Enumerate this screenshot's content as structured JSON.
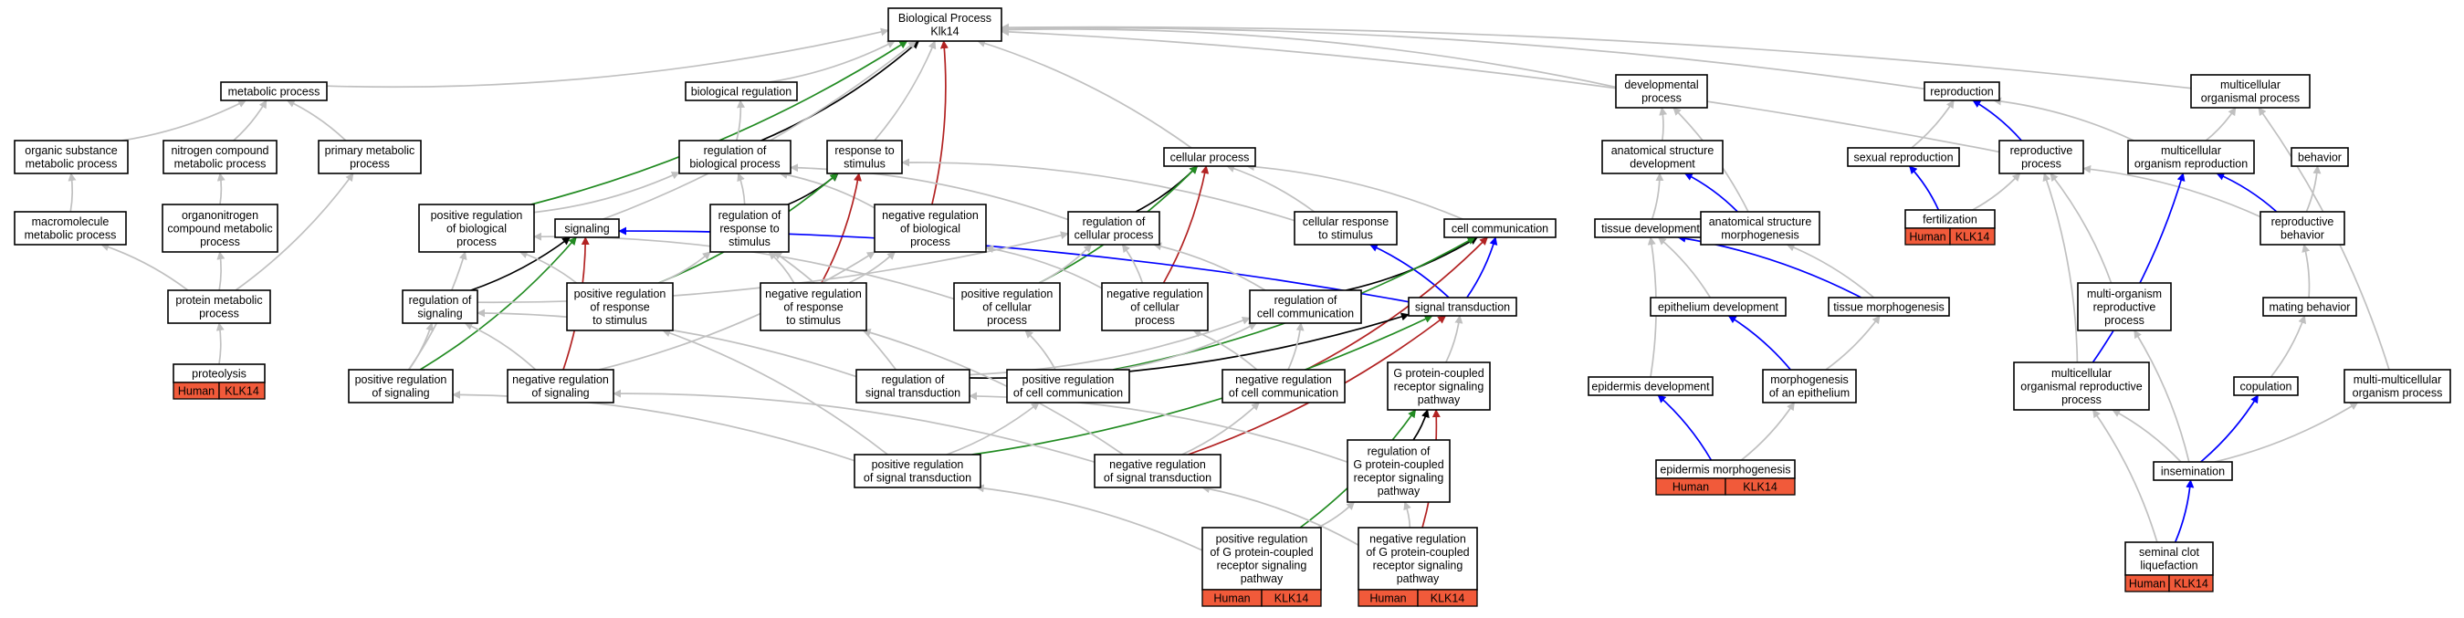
{
  "colors": {
    "is_a": "#c0c0c0",
    "regulates": "#000000",
    "positive": "#228b22",
    "negative": "#b22222",
    "part_of": "#0000ff",
    "annotation": "#f15a3a"
  },
  "gene": {
    "species": "Human",
    "symbol": "KLK14"
  },
  "nodes": [
    {
      "id": "bp",
      "lines": [
        "Biological Process",
        "Klk14"
      ]
    },
    {
      "id": "metabolic",
      "lines": [
        "metabolic process"
      ]
    },
    {
      "id": "bioreg",
      "lines": [
        "biological regulation"
      ]
    },
    {
      "id": "developmental",
      "lines": [
        "developmental",
        "process"
      ]
    },
    {
      "id": "reproduction",
      "lines": [
        "reproduction"
      ]
    },
    {
      "id": "multiorg",
      "lines": [
        "multicellular",
        "organismal process"
      ]
    },
    {
      "id": "orgsubst",
      "lines": [
        "organic substance",
        "metabolic process"
      ]
    },
    {
      "id": "nitrogen",
      "lines": [
        "nitrogen compound",
        "metabolic process"
      ]
    },
    {
      "id": "primary",
      "lines": [
        "primary metabolic",
        "process"
      ]
    },
    {
      "id": "regbio",
      "lines": [
        "regulation of",
        "biological process"
      ]
    },
    {
      "id": "response",
      "lines": [
        "response to",
        "stimulus"
      ]
    },
    {
      "id": "cellular",
      "lines": [
        "cellular process"
      ]
    },
    {
      "id": "asdev",
      "lines": [
        "anatomical structure",
        "development"
      ]
    },
    {
      "id": "sexrep",
      "lines": [
        "sexual reproduction"
      ]
    },
    {
      "id": "reproproc",
      "lines": [
        "reproductive",
        "process"
      ]
    },
    {
      "id": "multirep",
      "lines": [
        "multicellular",
        "organism reproduction"
      ]
    },
    {
      "id": "behavior",
      "lines": [
        "behavior"
      ]
    },
    {
      "id": "macro",
      "lines": [
        "macromolecule",
        "metabolic process"
      ]
    },
    {
      "id": "organonitrogen",
      "lines": [
        "organonitrogen",
        "compound metabolic",
        "process"
      ]
    },
    {
      "id": "posregbio",
      "lines": [
        "positive regulation",
        "of biological",
        "process"
      ]
    },
    {
      "id": "signaling",
      "lines": [
        "signaling"
      ]
    },
    {
      "id": "regresp",
      "lines": [
        "regulation of",
        "response to",
        "stimulus"
      ]
    },
    {
      "id": "negregbio",
      "lines": [
        "negative regulation",
        "of biological",
        "process"
      ]
    },
    {
      "id": "regcell",
      "lines": [
        "regulation of",
        "cellular process"
      ]
    },
    {
      "id": "cellresp",
      "lines": [
        "cellular response",
        "to stimulus"
      ]
    },
    {
      "id": "cellcomm",
      "lines": [
        "cell communication"
      ]
    },
    {
      "id": "tissuedev",
      "lines": [
        "tissue development"
      ]
    },
    {
      "id": "asmorph",
      "lines": [
        "anatomical structure",
        "morphogenesis"
      ]
    },
    {
      "id": "fertilization",
      "lines": [
        "fertilization"
      ]
    },
    {
      "id": "reprobeh",
      "lines": [
        "reproductive",
        "behavior"
      ]
    },
    {
      "id": "protmeta",
      "lines": [
        "protein metabolic",
        "process"
      ]
    },
    {
      "id": "regsig",
      "lines": [
        "regulation of",
        "signaling"
      ]
    },
    {
      "id": "posregresp",
      "lines": [
        "positive regulation",
        "of response",
        "to stimulus"
      ]
    },
    {
      "id": "negregresp",
      "lines": [
        "negative regulation",
        "of response",
        "to stimulus"
      ]
    },
    {
      "id": "posregcell",
      "lines": [
        "positive regulation",
        "of cellular",
        "process"
      ]
    },
    {
      "id": "negregcell",
      "lines": [
        "negative regulation",
        "of cellular",
        "process"
      ]
    },
    {
      "id": "regcellcomm",
      "lines": [
        "regulation of",
        "cell communication"
      ]
    },
    {
      "id": "sigtrans",
      "lines": [
        "signal transduction"
      ]
    },
    {
      "id": "epithdev",
      "lines": [
        "epithelium development"
      ]
    },
    {
      "id": "tissuemorph",
      "lines": [
        "tissue morphogenesis"
      ]
    },
    {
      "id": "multiorgrep",
      "lines": [
        "multi-organism",
        "reproductive",
        "process"
      ]
    },
    {
      "id": "mating",
      "lines": [
        "mating behavior"
      ]
    },
    {
      "id": "proteolysis",
      "lines": [
        "proteolysis"
      ]
    },
    {
      "id": "posregsig",
      "lines": [
        "positive regulation",
        "of signaling"
      ]
    },
    {
      "id": "negregsig",
      "lines": [
        "negative regulation",
        "of signaling"
      ]
    },
    {
      "id": "regsigtrans",
      "lines": [
        "regulation of",
        "signal transduction"
      ]
    },
    {
      "id": "posregcellcomm",
      "lines": [
        "positive regulation",
        "of cell communication"
      ]
    },
    {
      "id": "negregcellcomm",
      "lines": [
        "negative regulation",
        "of cell communication"
      ]
    },
    {
      "id": "gpcr",
      "lines": [
        "G protein-coupled",
        "receptor signaling",
        "pathway"
      ]
    },
    {
      "id": "epidermisdev",
      "lines": [
        "epidermis development"
      ]
    },
    {
      "id": "morphepith",
      "lines": [
        "morphogenesis",
        "of an epithelium"
      ]
    },
    {
      "id": "multiorgrepproc",
      "lines": [
        "multicellular",
        "organismal reproductive",
        "process"
      ]
    },
    {
      "id": "copulation",
      "lines": [
        "copulation"
      ]
    },
    {
      "id": "multimulti",
      "lines": [
        "multi-multicellular",
        "organism process"
      ]
    },
    {
      "id": "posregsigtrans",
      "lines": [
        "positive regulation",
        "of signal transduction"
      ]
    },
    {
      "id": "negregsigtrans",
      "lines": [
        "negative regulation",
        "of signal transduction"
      ]
    },
    {
      "id": "reggpcr",
      "lines": [
        "regulation of",
        "G protein-coupled",
        "receptor signaling",
        "pathway"
      ]
    },
    {
      "id": "epimorph",
      "lines": [
        "epidermis morphogenesis"
      ]
    },
    {
      "id": "insemination",
      "lines": [
        "insemination"
      ]
    },
    {
      "id": "posreggpcr",
      "lines": [
        "positive regulation",
        "of G protein-coupled",
        "receptor signaling",
        "pathway"
      ]
    },
    {
      "id": "negreggpcr",
      "lines": [
        "negative regulation",
        "of G protein-coupled",
        "receptor signaling",
        "pathway"
      ]
    },
    {
      "id": "seminal",
      "lines": [
        "seminal clot",
        "liquefaction"
      ]
    }
  ],
  "edges": [
    {
      "from": "metabolic",
      "to": "bp",
      "type": "is_a"
    },
    {
      "from": "bioreg",
      "to": "bp",
      "type": "is_a"
    },
    {
      "from": "developmental",
      "to": "bp",
      "type": "is_a"
    },
    {
      "from": "reproduction",
      "to": "bp",
      "type": "is_a"
    },
    {
      "from": "multiorg",
      "to": "bp",
      "type": "is_a"
    },
    {
      "from": "response",
      "to": "bp",
      "type": "is_a"
    },
    {
      "from": "cellular",
      "to": "bp",
      "type": "is_a"
    },
    {
      "from": "posregbio",
      "to": "bp",
      "type": "positive"
    },
    {
      "from": "regbio",
      "to": "bp",
      "type": "regulates"
    },
    {
      "from": "negregbio",
      "to": "bp",
      "type": "negative"
    },
    {
      "from": "orgsubst",
      "to": "metabolic",
      "type": "is_a"
    },
    {
      "from": "primary",
      "to": "metabolic",
      "type": "is_a"
    },
    {
      "from": "nitrogen",
      "to": "metabolic",
      "type": "is_a"
    },
    {
      "from": "macro",
      "to": "orgsubst",
      "type": "is_a"
    },
    {
      "from": "organonitrogen",
      "to": "nitrogen",
      "type": "is_a"
    },
    {
      "from": "protmeta",
      "to": "macro",
      "type": "is_a"
    },
    {
      "from": "protmeta",
      "to": "organonitrogen",
      "type": "is_a"
    },
    {
      "from": "protmeta",
      "to": "primary",
      "type": "is_a"
    },
    {
      "from": "proteolysis",
      "to": "protmeta",
      "type": "is_a"
    },
    {
      "from": "regbio",
      "to": "bioreg",
      "type": "is_a"
    },
    {
      "from": "posregbio",
      "to": "regbio",
      "type": "is_a"
    },
    {
      "from": "negregbio",
      "to": "regbio",
      "type": "is_a"
    },
    {
      "from": "regresp",
      "to": "regbio",
      "type": "is_a"
    },
    {
      "from": "regcell",
      "to": "regbio",
      "type": "is_a"
    },
    {
      "from": "regresp",
      "to": "response",
      "type": "regulates"
    },
    {
      "from": "posregresp",
      "to": "response",
      "type": "positive"
    },
    {
      "from": "negregresp",
      "to": "response",
      "type": "negative"
    },
    {
      "from": "cellresp",
      "to": "response",
      "type": "is_a"
    },
    {
      "from": "regcell",
      "to": "cellular",
      "type": "regulates"
    },
    {
      "from": "posregcell",
      "to": "cellular",
      "type": "positive"
    },
    {
      "from": "negregcell",
      "to": "cellular",
      "type": "negative"
    },
    {
      "from": "cellresp",
      "to": "cellular",
      "type": "is_a"
    },
    {
      "from": "cellcomm",
      "to": "cellular",
      "type": "is_a"
    },
    {
      "from": "signaling",
      "to": "bp",
      "type": "is_a"
    },
    {
      "from": "sigtrans",
      "to": "signaling",
      "type": "part_of"
    },
    {
      "from": "regsig",
      "to": "signaling",
      "type": "regulates"
    },
    {
      "from": "posregsig",
      "to": "signaling",
      "type": "positive"
    },
    {
      "from": "negregsig",
      "to": "signaling",
      "type": "negative"
    },
    {
      "from": "sigtrans",
      "to": "cellresp",
      "type": "part_of"
    },
    {
      "from": "sigtrans",
      "to": "cellcomm",
      "type": "part_of"
    },
    {
      "from": "regcellcomm",
      "to": "cellcomm",
      "type": "regulates"
    },
    {
      "from": "posregcellcomm",
      "to": "cellcomm",
      "type": "positive"
    },
    {
      "from": "negregcellcomm",
      "to": "cellcomm",
      "type": "negative"
    },
    {
      "from": "regsigtrans",
      "to": "sigtrans",
      "type": "regulates"
    },
    {
      "from": "posregsigtrans",
      "to": "sigtrans",
      "type": "positive"
    },
    {
      "from": "negregsigtrans",
      "to": "sigtrans",
      "type": "negative"
    },
    {
      "from": "gpcr",
      "to": "sigtrans",
      "type": "is_a"
    },
    {
      "from": "reggpcr",
      "to": "gpcr",
      "type": "regulates"
    },
    {
      "from": "posreggpcr",
      "to": "gpcr",
      "type": "positive"
    },
    {
      "from": "negreggpcr",
      "to": "gpcr",
      "type": "negative"
    },
    {
      "from": "posreggpcr",
      "to": "reggpcr",
      "type": "is_a"
    },
    {
      "from": "negreggpcr",
      "to": "reggpcr",
      "type": "is_a"
    },
    {
      "from": "posreggpcr",
      "to": "posregsigtrans",
      "type": "is_a"
    },
    {
      "from": "negreggpcr",
      "to": "negregsigtrans",
      "type": "is_a"
    },
    {
      "from": "reggpcr",
      "to": "regsigtrans",
      "type": "is_a"
    },
    {
      "from": "regsig",
      "to": "regcell",
      "type": "is_a"
    },
    {
      "from": "posregsig",
      "to": "regsig",
      "type": "is_a"
    },
    {
      "from": "negregsig",
      "to": "regsig",
      "type": "is_a"
    },
    {
      "from": "posregsig",
      "to": "posregbio",
      "type": "is_a"
    },
    {
      "from": "negregsig",
      "to": "negregbio",
      "type": "is_a"
    },
    {
      "from": "regsigtrans",
      "to": "regsig",
      "type": "is_a"
    },
    {
      "from": "regsigtrans",
      "to": "regcellcomm",
      "type": "is_a"
    },
    {
      "from": "regsigtrans",
      "to": "regresp",
      "type": "is_a"
    },
    {
      "from": "posregsigtrans",
      "to": "posregsig",
      "type": "is_a"
    },
    {
      "from": "posregsigtrans",
      "to": "posregcellcomm",
      "type": "is_a"
    },
    {
      "from": "posregsigtrans",
      "to": "posregresp",
      "type": "is_a"
    },
    {
      "from": "negregsigtrans",
      "to": "negregsig",
      "type": "is_a"
    },
    {
      "from": "negregsigtrans",
      "to": "negregcellcomm",
      "type": "is_a"
    },
    {
      "from": "negregsigtrans",
      "to": "negregresp",
      "type": "is_a"
    },
    {
      "from": "regcellcomm",
      "to": "regcell",
      "type": "is_a"
    },
    {
      "from": "posregcellcomm",
      "to": "regcellcomm",
      "type": "is_a"
    },
    {
      "from": "negregcellcomm",
      "to": "regcellcomm",
      "type": "is_a"
    },
    {
      "from": "posregcellcomm",
      "to": "posregcell",
      "type": "is_a"
    },
    {
      "from": "negregcellcomm",
      "to": "negregcell",
      "type": "is_a"
    },
    {
      "from": "posregcell",
      "to": "regcell",
      "type": "is_a"
    },
    {
      "from": "negregcell",
      "to": "regcell",
      "type": "is_a"
    },
    {
      "from": "posregcell",
      "to": "posregbio",
      "type": "is_a"
    },
    {
      "from": "negregcell",
      "to": "negregbio",
      "type": "is_a"
    },
    {
      "from": "posregresp",
      "to": "regresp",
      "type": "is_a"
    },
    {
      "from": "negregresp",
      "to": "regresp",
      "type": "is_a"
    },
    {
      "from": "posregresp",
      "to": "posregbio",
      "type": "is_a"
    },
    {
      "from": "negregresp",
      "to": "negregbio",
      "type": "is_a"
    },
    {
      "from": "asdev",
      "to": "developmental",
      "type": "is_a"
    },
    {
      "from": "asmorph",
      "to": "developmental",
      "type": "is_a"
    },
    {
      "from": "asmorph",
      "to": "asdev",
      "type": "part_of"
    },
    {
      "from": "tissuedev",
      "to": "asdev",
      "type": "is_a"
    },
    {
      "from": "tissuemorph",
      "to": "tissuedev",
      "type": "part_of"
    },
    {
      "from": "tissuemorph",
      "to": "asmorph",
      "type": "is_a"
    },
    {
      "from": "epithdev",
      "to": "tissuedev",
      "type": "is_a"
    },
    {
      "from": "epidermisdev",
      "to": "tissuedev",
      "type": "is_a"
    },
    {
      "from": "morphepith",
      "to": "epithdev",
      "type": "part_of"
    },
    {
      "from": "morphepith",
      "to": "tissuemorph",
      "type": "is_a"
    },
    {
      "from": "epimorph",
      "to": "epidermisdev",
      "type": "part_of"
    },
    {
      "from": "epimorph",
      "to": "morphepith",
      "type": "is_a"
    },
    {
      "from": "sexrep",
      "to": "reproduction",
      "type": "is_a"
    },
    {
      "from": "reproproc",
      "to": "reproduction",
      "type": "part_of"
    },
    {
      "from": "multirep",
      "to": "reproduction",
      "type": "is_a"
    },
    {
      "from": "multirep",
      "to": "multiorg",
      "type": "is_a"
    },
    {
      "from": "reproproc",
      "to": "bp",
      "type": "is_a"
    },
    {
      "from": "fertilization",
      "to": "sexrep",
      "type": "part_of"
    },
    {
      "from": "fertilization",
      "to": "reproproc",
      "type": "is_a"
    },
    {
      "from": "reprobeh",
      "to": "reproproc",
      "type": "is_a"
    },
    {
      "from": "reprobeh",
      "to": "behavior",
      "type": "is_a"
    },
    {
      "from": "reprobeh",
      "to": "multirep",
      "type": "part_of"
    },
    {
      "from": "multiorgrep",
      "to": "reproproc",
      "type": "is_a"
    },
    {
      "from": "multiorgrepproc",
      "to": "reproproc",
      "type": "is_a"
    },
    {
      "from": "multiorgrepproc",
      "to": "multirep",
      "type": "part_of"
    },
    {
      "from": "mating",
      "to": "reprobeh",
      "type": "is_a"
    },
    {
      "from": "copulation",
      "to": "mating",
      "type": "is_a"
    },
    {
      "from": "insemination",
      "to": "copulation",
      "type": "part_of"
    },
    {
      "from": "insemination",
      "to": "multiorgrepproc",
      "type": "is_a"
    },
    {
      "from": "insemination",
      "to": "multiorgrep",
      "type": "is_a"
    },
    {
      "from": "insemination",
      "to": "multimulti",
      "type": "is_a"
    },
    {
      "from": "multimulti",
      "to": "multiorg",
      "type": "is_a"
    },
    {
      "from": "seminal",
      "to": "insemination",
      "type": "part_of"
    },
    {
      "from": "seminal",
      "to": "multiorgrepproc",
      "type": "is_a"
    }
  ],
  "annotated": [
    "proteolysis",
    "epimorph",
    "posreggpcr",
    "negreggpcr",
    "fertilization",
    "seminal"
  ]
}
